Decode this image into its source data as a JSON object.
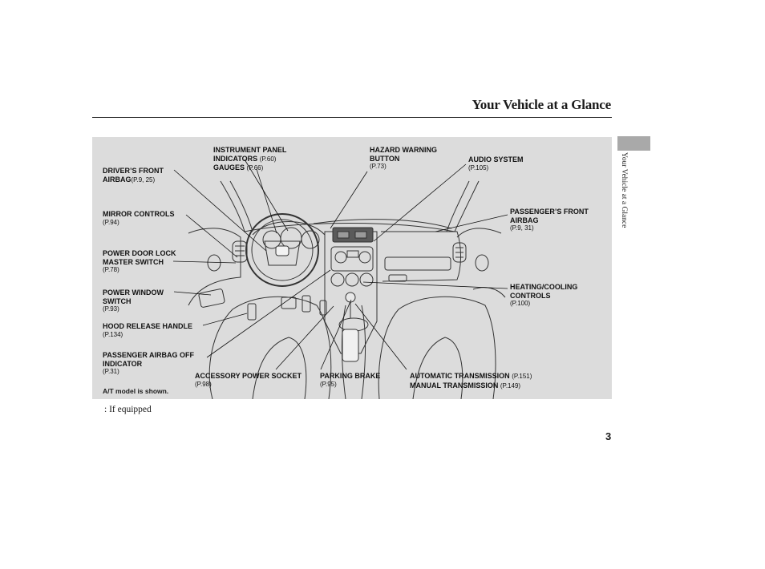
{
  "header": {
    "title": "Your Vehicle at a Glance"
  },
  "side_tab": {
    "label": "Your Vehicle at a Glance"
  },
  "figure": {
    "callouts": {
      "instrument_panel": {
        "line1": "INSTRUMENT PANEL",
        "line2a": "INDICATORS",
        "ref2": "(P.60)",
        "line3a": "GAUGES",
        "ref3": "(P.66)"
      },
      "hazard": {
        "line1": "HAZARD WARNING",
        "line2": "BUTTON",
        "ref": "(P.73)"
      },
      "audio": {
        "line1": "AUDIO SYSTEM",
        "ref": "(P.105)"
      },
      "drivers_airbag": {
        "line1": "DRIVER’S FRONT",
        "line2": "AIRBAG",
        "ref": "(P.9, 25)"
      },
      "mirror": {
        "line1": "MIRROR CONTROLS",
        "ref": "(P.94)"
      },
      "passenger_airbag": {
        "line1": "PASSENGER’S FRONT",
        "line2": "AIRBAG",
        "ref": "(P.9, 31)"
      },
      "door_lock": {
        "line1": "POWER DOOR LOCK",
        "line2": "MASTER SWITCH",
        "ref": "(P.78)"
      },
      "power_window": {
        "line1": "POWER WINDOW",
        "line2": "SWITCH",
        "ref": "(P.93)"
      },
      "heating": {
        "line1": "HEATING/COOLING",
        "line2": "CONTROLS",
        "ref": "(P.100)"
      },
      "hood": {
        "line1": "HOOD RELEASE HANDLE",
        "ref": "(P.134)"
      },
      "airbag_off": {
        "line1": "PASSENGER AIRBAG OFF",
        "line2": "INDICATOR",
        "ref": "(P.31)"
      },
      "accessory": {
        "line1": "ACCESSORY POWER SOCKET",
        "ref": "(P.98)"
      },
      "parking": {
        "line1": "PARKING BRAKE",
        "ref": "(P.95)"
      },
      "transmission": {
        "line1": "AUTOMATIC TRANSMISSION",
        "ref1": "(P.151)",
        "line2": "MANUAL TRANSMISSION",
        "ref2": "(P.149)"
      }
    },
    "footnote": "A/T model is shown."
  },
  "if_equipped_note": ":  If equipped",
  "page_number": "3"
}
